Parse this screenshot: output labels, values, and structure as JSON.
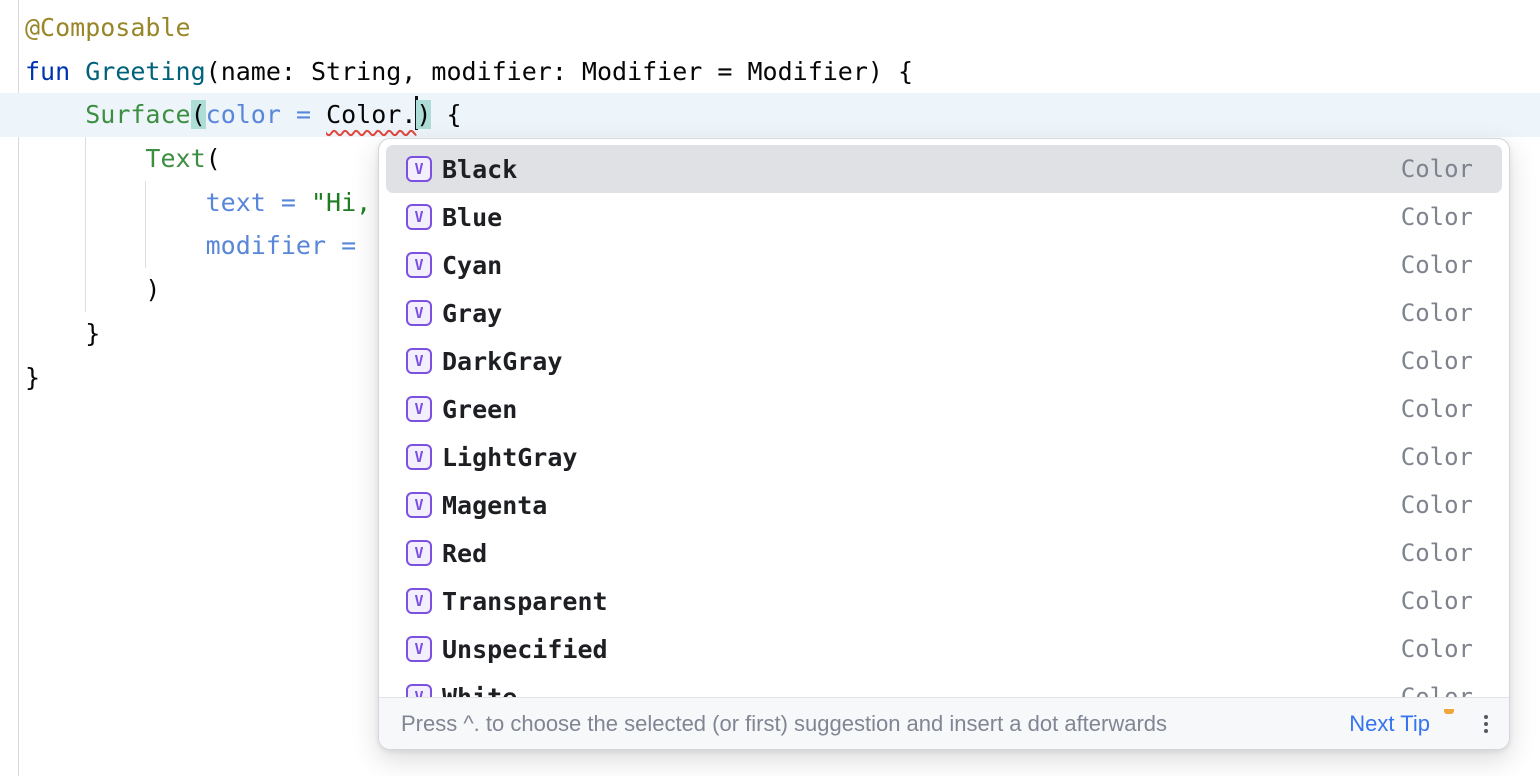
{
  "colors": {
    "annotation": "#998629",
    "keyword": "#0033B3",
    "function_decl": "#00627A",
    "composable_call": "#3C8E40",
    "named_arg": "#5887D9",
    "string": "#1E7D22",
    "plain": "#060606",
    "error_underline": "#E0483E",
    "caret_row_background": "#EDF5FB",
    "matched_paren_background": "#AEDCD6",
    "selected_row_background": "#DFE1E5",
    "link_accent": "#3574F0",
    "icon_purple": "#7C51E0"
  },
  "editor": {
    "lines": [
      {
        "current": false,
        "tokens": [
          {
            "text": "@Composable",
            "style": "annotation"
          }
        ]
      },
      {
        "current": false,
        "tokens": [
          {
            "text": "fun",
            "style": "keyword"
          },
          {
            "text": " ",
            "style": "plain"
          },
          {
            "text": "Greeting",
            "style": "function_decl"
          },
          {
            "text": "(name: String, modifier: Modifier = Modifier) {",
            "style": "plain"
          }
        ]
      },
      {
        "current": true,
        "tokens": [
          {
            "text": "    ",
            "style": "plain"
          },
          {
            "text": "Surface",
            "style": "composable_call"
          },
          {
            "text": "(",
            "style": "plain",
            "match": true
          },
          {
            "text": "color = ",
            "style": "named_arg"
          },
          {
            "text": "Color.",
            "style": "plain",
            "error": true
          },
          {
            "caret": true
          },
          {
            "text": ")",
            "style": "plain",
            "match": true
          },
          {
            "text": " {",
            "style": "plain"
          }
        ]
      },
      {
        "current": false,
        "tokens": [
          {
            "text": "        ",
            "style": "plain"
          },
          {
            "text": "Text",
            "style": "composable_call"
          },
          {
            "text": "(",
            "style": "plain"
          }
        ]
      },
      {
        "current": false,
        "tokens": [
          {
            "text": "            ",
            "style": "plain"
          },
          {
            "text": "text = ",
            "style": "named_arg"
          },
          {
            "text": "\"Hi,",
            "style": "string"
          }
        ]
      },
      {
        "current": false,
        "tokens": [
          {
            "text": "            ",
            "style": "plain"
          },
          {
            "text": "modifier = ",
            "style": "named_arg"
          }
        ]
      },
      {
        "current": false,
        "tokens": [
          {
            "text": "        )",
            "style": "plain"
          }
        ]
      },
      {
        "current": false,
        "tokens": [
          {
            "text": "    }",
            "style": "plain"
          }
        ]
      },
      {
        "current": false,
        "tokens": [
          {
            "text": "}",
            "style": "plain"
          }
        ]
      }
    ]
  },
  "completion": {
    "icon_letter": "V",
    "items": [
      {
        "label": "Black",
        "type": "Color",
        "selected": true
      },
      {
        "label": "Blue",
        "type": "Color",
        "selected": false
      },
      {
        "label": "Cyan",
        "type": "Color",
        "selected": false
      },
      {
        "label": "Gray",
        "type": "Color",
        "selected": false
      },
      {
        "label": "DarkGray",
        "type": "Color",
        "selected": false
      },
      {
        "label": "Green",
        "type": "Color",
        "selected": false
      },
      {
        "label": "LightGray",
        "type": "Color",
        "selected": false
      },
      {
        "label": "Magenta",
        "type": "Color",
        "selected": false
      },
      {
        "label": "Red",
        "type": "Color",
        "selected": false
      },
      {
        "label": "Transparent",
        "type": "Color",
        "selected": false
      },
      {
        "label": "Unspecified",
        "type": "Color",
        "selected": false
      },
      {
        "label": "White",
        "type": "Color",
        "selected": false
      }
    ],
    "footer": {
      "hint": "Press ^. to choose the selected (or first) suggestion and insert a dot afterwards",
      "next_tip_label": "Next Tip"
    }
  }
}
